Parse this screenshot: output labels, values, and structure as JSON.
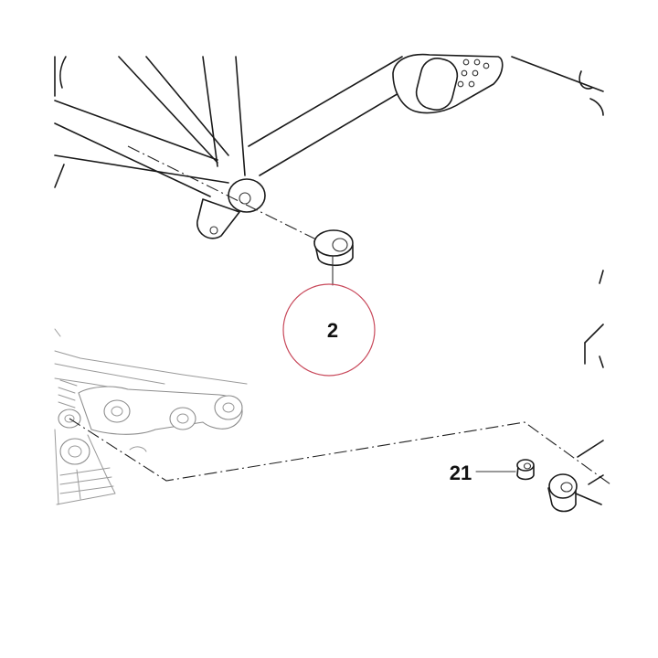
{
  "diagram": {
    "callouts": [
      {
        "id": "part-2",
        "label": "2",
        "highlighted": true
      },
      {
        "id": "part-21",
        "label": "21",
        "highlighted": false
      }
    ],
    "colors": {
      "line": "#1a1a1a",
      "faint_line": "#9a9a9a",
      "highlight_circle": "#c8485a",
      "background": "#ffffff"
    }
  }
}
